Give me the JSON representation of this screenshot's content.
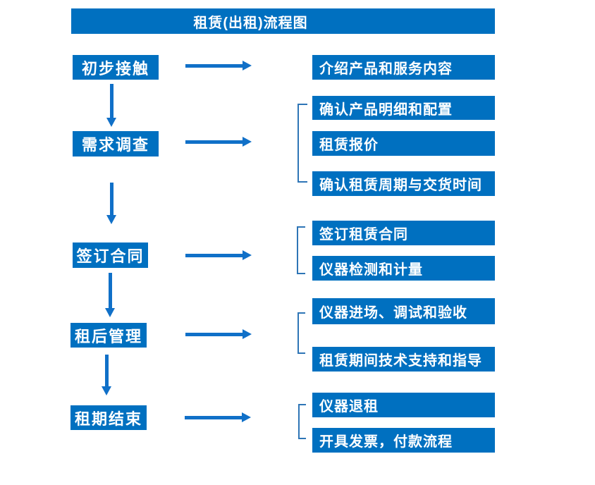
{
  "title": "租赁(出租)流程图",
  "colors": {
    "box_fill": "#0070C0",
    "arrow": "#1070C8",
    "bracket": "#2E75B6",
    "text": "#FFFFFF",
    "background": "#FFFFFF"
  },
  "flow": {
    "rows": [
      {
        "stage": "初步接触",
        "details": [
          "介绍产品和服务内容"
        ]
      },
      {
        "stage": "需求调查",
        "details": [
          "确认产品明细和配置",
          "租赁报价",
          "确认租赁周期与交货时间"
        ]
      },
      {
        "stage": "签订合同",
        "details": [
          "签订租赁合同",
          "仪器检测和计量"
        ]
      },
      {
        "stage": "租后管理",
        "details": [
          "仪器进场、调试和验收",
          "租赁期间技术支持和指导"
        ]
      },
      {
        "stage": "租期结束",
        "details": [
          "仪器退租",
          "开具发票，付款流程"
        ]
      }
    ]
  }
}
